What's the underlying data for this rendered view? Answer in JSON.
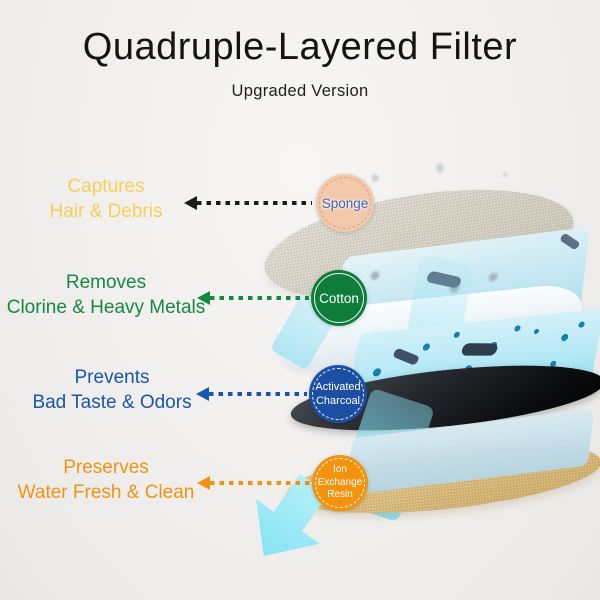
{
  "title": "Quadruple-Layered Filter",
  "subtitle": "Upgraded Version",
  "layers": [
    {
      "name": "Sponge",
      "benefit_line1": "Captures",
      "benefit_line2": "Hair & Debris",
      "badge_line1": "Sponge",
      "label_color": "#F7CF58",
      "arrow_color": "#1C1C1C",
      "badge_bg": "#F3C9AB",
      "badge_text_color": "#3E63B2"
    },
    {
      "name": "Cotton",
      "benefit_line1": "Removes",
      "benefit_line2": "Clorine & Heavy Metals",
      "badge_line1": "Cotton",
      "label_color": "#15893F",
      "arrow_color": "#15893F",
      "badge_bg": "#0E7C3A",
      "badge_text_color": "#FFFFFF"
    },
    {
      "name": "Activated Charcoal",
      "benefit_line1": "Prevents",
      "benefit_line2": "Bad Taste & Odors",
      "badge_line1": "Activated",
      "badge_line2": "Charcoal",
      "label_color": "#1A55AC",
      "arrow_color": "#1A55AC",
      "badge_bg": "#1C4FA3",
      "badge_text_color": "#FFFFFF"
    },
    {
      "name": "Ion Exchange Resin",
      "benefit_line1": "Preserves",
      "benefit_line2": "Water Fresh & Clean",
      "badge_line1": "Ion",
      "badge_line2": "Exchange",
      "badge_line3": "Resin",
      "label_color": "#F29213",
      "arrow_color": "#F29213",
      "badge_bg": "#F2930D",
      "badge_text_color": "#FFFFFF"
    }
  ]
}
